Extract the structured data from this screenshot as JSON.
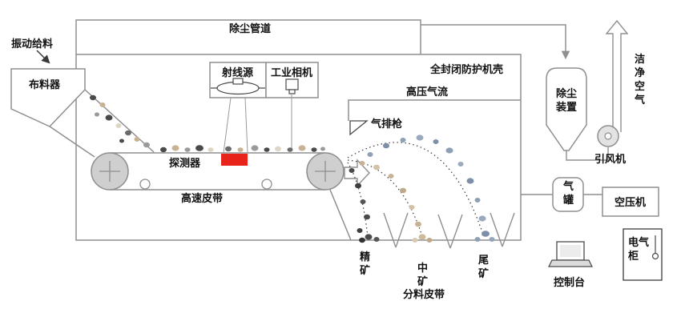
{
  "labels": {
    "vibrating_feed": "振动给料",
    "distributor": "布料器",
    "dust_duct": "除尘管道",
    "ray_source": "射线源",
    "industrial_camera": "工业相机",
    "enclosure": "全封闭防护机壳",
    "high_pressure_air": "高压气流",
    "air_jet_gun": "气排枪",
    "detector": "探测器",
    "high_speed_belt": "高速皮带",
    "concentrate": "精矿",
    "middling": "中矿",
    "tailings": "尾矿",
    "splitting_belt": "分料皮带",
    "dust_removal_device": "除尘装置",
    "clean_air": "洁净空气",
    "induced_draft_fan": "引风机",
    "air_tank": "气罐",
    "air_compressor": "空压机",
    "console": "控制台",
    "electrical_cabinet": "电气柜"
  },
  "icons": {
    "x_ray_tube_icon": "ellipse-tube",
    "industrial_camera_icon": "camera-box-with-lens",
    "air_jet_nozzle_icon": "triangle-nozzle",
    "induced_draft_fan_icon": "fan-circle",
    "console_laptop_icon": "laptop",
    "clean_air_arrow_icon": "hollow-up-arrow",
    "discharge_arrow_icon": "hollow-right-arrow"
  },
  "colors": {
    "line": "#8f8f8f",
    "dark_line": "#3a3a3a",
    "detector_red": "#e8231a",
    "pulley_fill": "#cfcfcf",
    "rock_dark": "#4a4a4a",
    "rock_gray": "#9a9a9a",
    "rock_tan": "#c9b294",
    "rock_light": "#ded5c6",
    "rock_blue": "#8fa0b5",
    "background": "#ffffff"
  }
}
